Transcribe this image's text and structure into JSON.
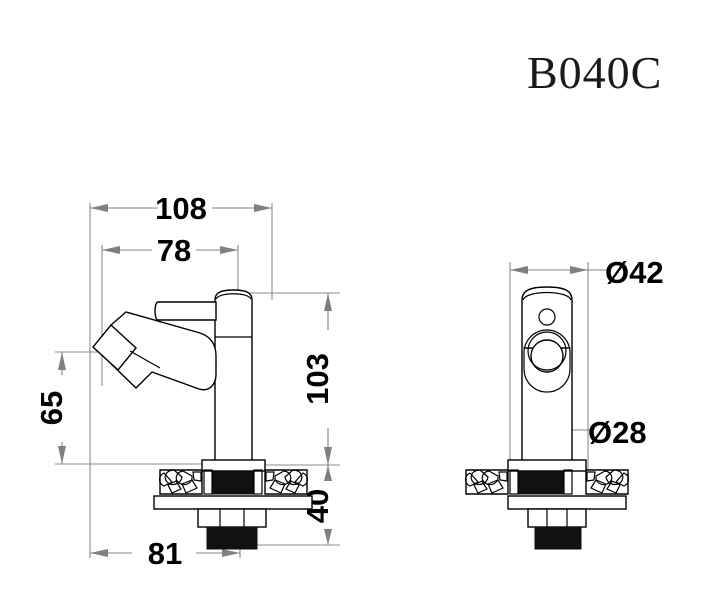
{
  "sheet": {
    "title": "B040C",
    "background_color": "#ffffff",
    "line_color": "#000000",
    "dimension_color": "#808080",
    "text_color": "#000000"
  },
  "drawing": {
    "type": "technical-dimension-drawing",
    "subject": "basin mixer tap / faucet",
    "views": [
      {
        "name": "side-elevation",
        "position": "left"
      },
      {
        "name": "front-elevation",
        "position": "right"
      }
    ]
  },
  "dimensions": {
    "side_view": [
      {
        "id": "overall-width",
        "label": "108",
        "orientation": "horizontal",
        "position": "top"
      },
      {
        "id": "spout-reach",
        "label": "78",
        "orientation": "horizontal",
        "position": "top"
      },
      {
        "id": "spout-height",
        "label": "65",
        "orientation": "vertical",
        "position": "left"
      },
      {
        "id": "body-height",
        "label": "103",
        "orientation": "vertical",
        "position": "right"
      },
      {
        "id": "tail-length",
        "label": "40",
        "orientation": "vertical",
        "position": "right"
      },
      {
        "id": "base-offset",
        "label": "81",
        "orientation": "horizontal",
        "position": "bottom"
      }
    ],
    "front_view": [
      {
        "id": "base-diameter",
        "label": "Ø42",
        "orientation": "horizontal",
        "position": "top"
      },
      {
        "id": "body-diameter",
        "label": "Ø28",
        "orientation": "horizontal",
        "position": "middle"
      }
    ]
  }
}
